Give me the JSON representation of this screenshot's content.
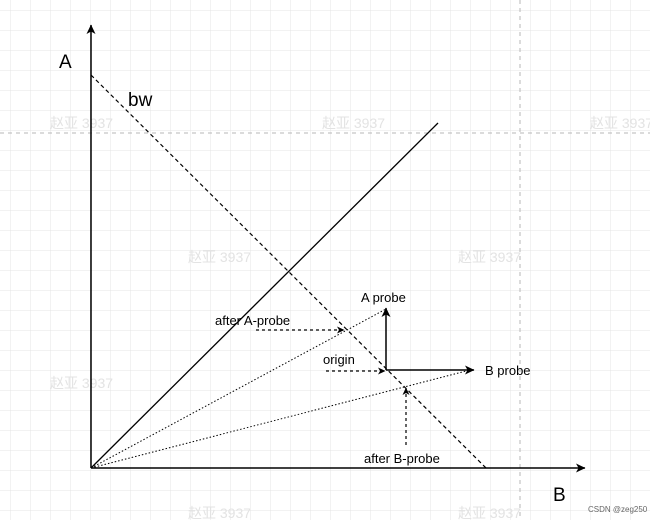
{
  "diagram": {
    "axis_a_label": "A",
    "axis_b_label": "B",
    "bw_label": "bw",
    "labels": {
      "a_probe": "A probe",
      "b_probe": "B probe",
      "origin": "origin",
      "after_a_probe": "after A-probe",
      "after_b_probe": "after B-probe"
    },
    "watermark": "赵亚 3937",
    "credit": "CSDN @zeg250"
  },
  "colors": {
    "grid": "#e4e4e4",
    "guide": "#b7b7b7",
    "stroke": "#000000",
    "watermark": "#e3e3e3"
  }
}
